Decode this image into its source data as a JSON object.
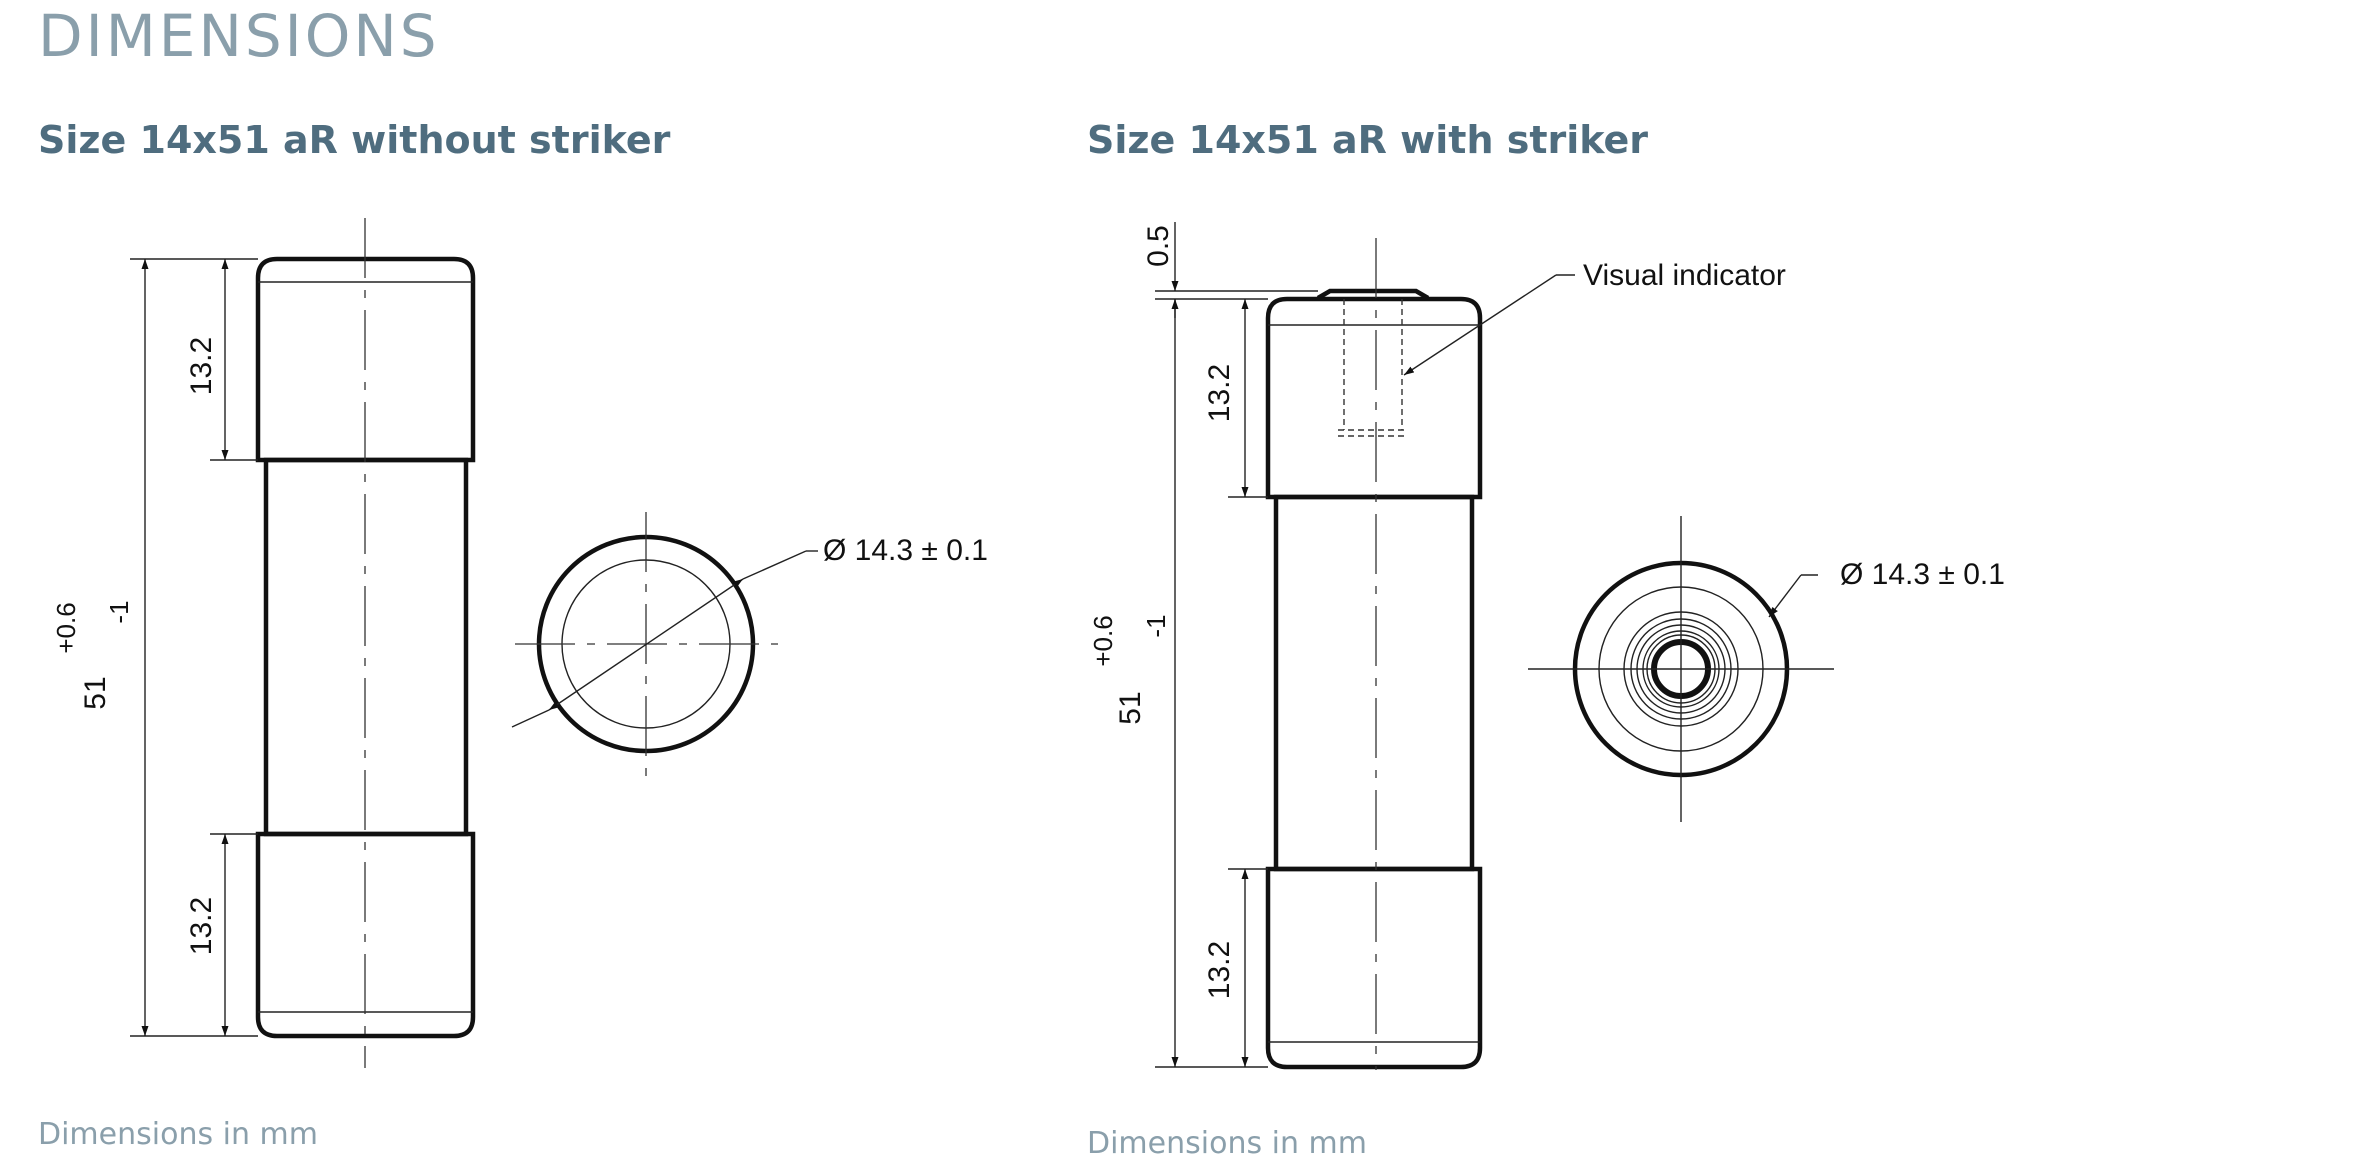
{
  "page": {
    "title": "DIMENSIONS"
  },
  "left": {
    "heading": "Size 14x51 aR without striker",
    "caption": "Dimensions in mm",
    "dim_cap_top": "13.2",
    "dim_cap_bottom": "13.2",
    "dim_length": "51",
    "tol_plus": "+0.6",
    "tol_minus": "-1",
    "dim_diameter": "Ø 14.3 ± 0.1"
  },
  "right": {
    "heading": "Size 14x51 aR with striker",
    "caption": "Dimensions in mm",
    "dim_striker": "0.5",
    "dim_cap_top": "13.2",
    "dim_cap_bottom": "13.2",
    "dim_length": "51",
    "tol_plus": "+0.6",
    "tol_minus": "-1",
    "dim_diameter": "Ø 14.3 ± 0.1",
    "indicator_label": "Visual indicator"
  }
}
